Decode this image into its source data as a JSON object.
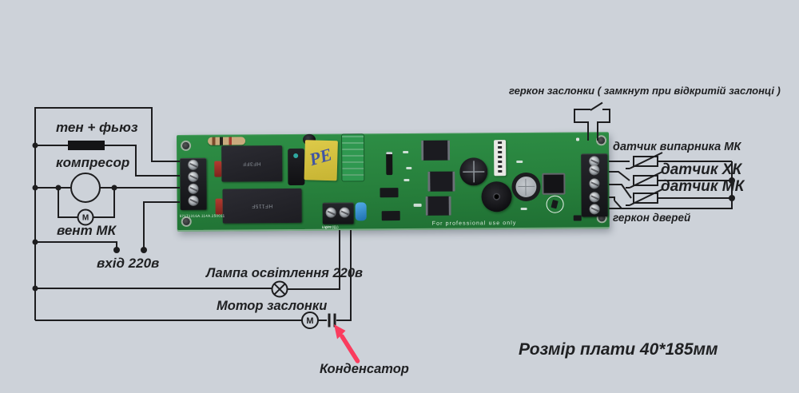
{
  "colors": {
    "background": "#cdd2d9",
    "line": "#1d1d1f",
    "arrow": "#fa3c5e",
    "board_green": "#27803c",
    "text": "#1f2022"
  },
  "left_circuit": {
    "heater_fuse_label": "тен + фьюз",
    "compressor_label": "компресор",
    "fan_mk_label": "вент МК",
    "fan_motor_letter": "M",
    "input_220_label": "вхід 220в"
  },
  "lamp_motor": {
    "lamp_label": "Лампа освітлення 220в",
    "damper_motor_label": "Мотор заслонки",
    "damper_motor_letter": "M",
    "capacitor_label": "Конденсатор"
  },
  "right_circuit": {
    "damper_reed_label": "геркон заслонки ( замкнут при відкритій заслонці )",
    "evaporator_sensor_label": "датчик випарника МК",
    "sensor_xk_label": "датчик ХК",
    "sensor_mk_label": "датчик МК",
    "door_reed_label": "геркон дверей"
  },
  "footer": {
    "board_size_label": "Розмір плати 40*185мм"
  },
  "pcb": {
    "relay1_text": "HF3FF",
    "relay2_text": "HF115F",
    "professional_text": "For  professional  use  only",
    "light_terminal_text": "Light (L)",
    "vent_terminal_text": "+Vent (L)",
    "serial_text": "57171316A.114A.250011",
    "transformer_scribble": "PE"
  }
}
